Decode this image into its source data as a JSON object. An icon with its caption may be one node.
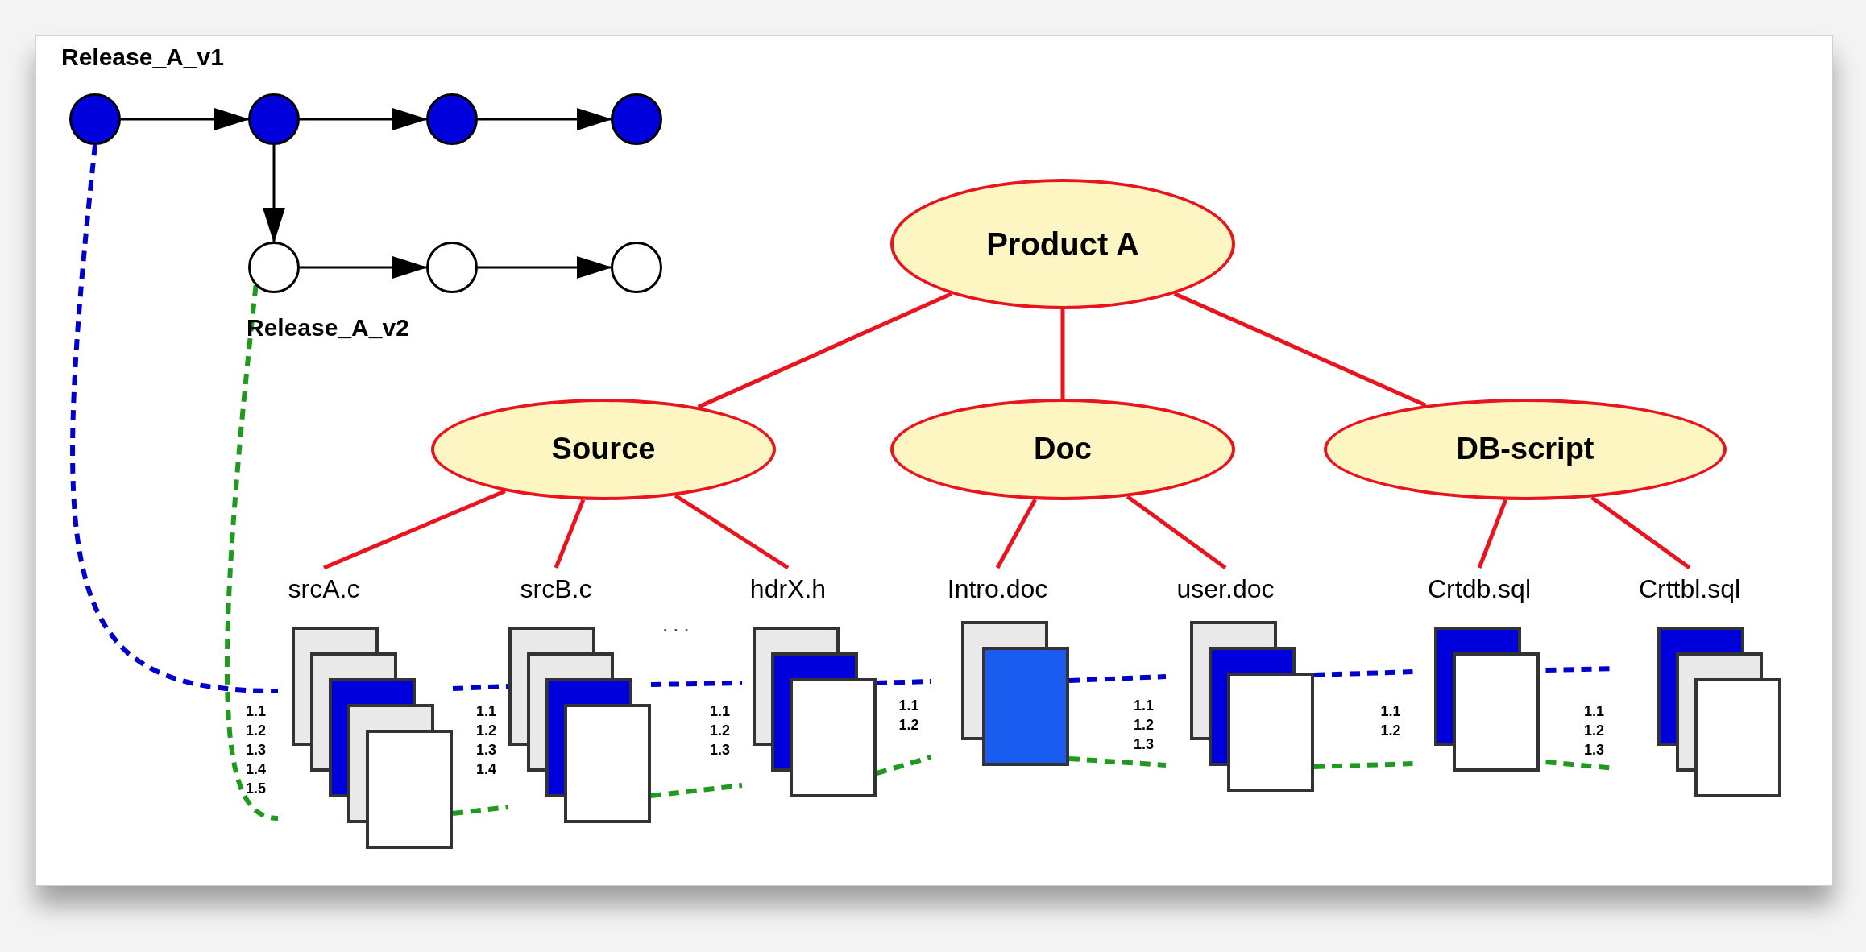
{
  "diagram": {
    "nodes": [
      {
        "text": [],
        "shape": "circle",
        "beside": [
          "Release_A_v1"
        ]
      },
      {
        "text": [],
        "shape": "circle"
      },
      {
        "text": [],
        "shape": "circle"
      },
      {
        "text": [],
        "shape": "circle"
      },
      {
        "text": [],
        "shape": "circle",
        "beside": [
          "Release_A_v2"
        ]
      },
      {
        "text": [],
        "shape": "circle"
      },
      {
        "text": [],
        "shape": "circle"
      },
      {
        "text": [
          "Product A"
        ]
      },
      {
        "text": [
          "Source"
        ]
      },
      {
        "text": [
          "Doc"
        ]
      },
      {
        "text": [
          "DB-script"
        ]
      },
      {
        "text": [
          "srcA.c"
        ],
        "beside": [
          "1.1",
          "1.2",
          "1.3",
          "1.4",
          "1.5"
        ]
      },
      {
        "text": [
          "srcB.c"
        ],
        "beside": [
          "1.1",
          "1.2",
          "1.3",
          "1.4"
        ]
      },
      {
        "text": [
          "hdrX.h"
        ],
        "beside": [
          "1.1",
          "1.2",
          "1.3"
        ]
      },
      {
        "text": [
          "Intro.doc"
        ],
        "beside": [
          "1.1",
          "1.2"
        ]
      },
      {
        "text": [
          "user.doc"
        ],
        "beside": [
          "1.1",
          "1.2",
          "1.3"
        ]
      },
      {
        "text": [
          "Crtdb.sql"
        ],
        "beside": [
          "1.1",
          "1.2"
        ]
      },
      {
        "text": [
          "Crttbl.sql"
        ],
        "beside": [
          "1.1",
          "1.2",
          "1.3"
        ]
      }
    ],
    "edges": [
      {
        "from": 0,
        "to": 1,
        "arrow": "to",
        "color": "#000000"
      },
      {
        "from": 1,
        "to": 2,
        "arrow": "to",
        "color": "#000000"
      },
      {
        "from": 2,
        "to": 3,
        "arrow": "to",
        "color": "#000000"
      },
      {
        "from": 1,
        "to": 4,
        "arrow": "to",
        "color": "#000000"
      },
      {
        "from": 4,
        "to": 5,
        "arrow": "to",
        "color": "#000000"
      },
      {
        "from": 5,
        "to": 6,
        "arrow": "to",
        "color": "#000000"
      },
      {
        "from": 7,
        "to": 8,
        "arrow": "none"
      },
      {
        "from": 7,
        "to": 9,
        "arrow": "none"
      },
      {
        "from": 7,
        "to": 10,
        "arrow": "none"
      },
      {
        "from": 8,
        "to": 11,
        "arrow": "none"
      },
      {
        "from": 8,
        "to": 12,
        "arrow": "none"
      },
      {
        "from": 8,
        "to": 13,
        "arrow": "none"
      },
      {
        "from": 9,
        "to": 14,
        "arrow": "none"
      },
      {
        "from": 9,
        "to": 15,
        "arrow": "none"
      },
      {
        "from": 10,
        "to": 16,
        "arrow": "none"
      },
      {
        "from": 10,
        "to": 17,
        "arrow": "none"
      },
      {
        "from": 0,
        "to": 11,
        "arrow": "none",
        "style": "dashed",
        "color": "#0000cc"
      },
      {
        "from": 11,
        "to": 12,
        "arrow": "none",
        "style": "dashed",
        "color": "#0000cc"
      },
      {
        "from": 12,
        "to": 13,
        "arrow": "none",
        "style": "dashed",
        "color": "#0000cc"
      },
      {
        "from": 13,
        "to": 14,
        "arrow": "none",
        "style": "dashed",
        "color": "#0000cc"
      },
      {
        "from": 14,
        "to": 15,
        "arrow": "none",
        "style": "dashed",
        "color": "#0000cc"
      },
      {
        "from": 15,
        "to": 16,
        "arrow": "none",
        "style": "dashed",
        "color": "#0000cc"
      },
      {
        "from": 16,
        "to": 17,
        "arrow": "none",
        "style": "dashed",
        "color": "#0000cc"
      },
      {
        "from": 4,
        "to": 11,
        "arrow": "none",
        "style": "dashed",
        "color": "#1f9a1f"
      },
      {
        "from": 11,
        "to": 12,
        "arrow": "none",
        "style": "dashed",
        "color": "#1f9a1f"
      },
      {
        "from": 12,
        "to": 13,
        "arrow": "none",
        "style": "dashed",
        "color": "#1f9a1f"
      },
      {
        "from": 13,
        "to": 14,
        "arrow": "none",
        "style": "dashed",
        "color": "#1f9a1f"
      },
      {
        "from": 14,
        "to": 15,
        "arrow": "none",
        "style": "dashed",
        "color": "#1f9a1f"
      },
      {
        "from": 15,
        "to": 16,
        "arrow": "none",
        "style": "dashed",
        "color": "#1f9a1f"
      },
      {
        "from": 16,
        "to": 17,
        "arrow": "none",
        "style": "dashed",
        "color": "#1f9a1f"
      }
    ],
    "labels": [
      "..."
    ]
  }
}
